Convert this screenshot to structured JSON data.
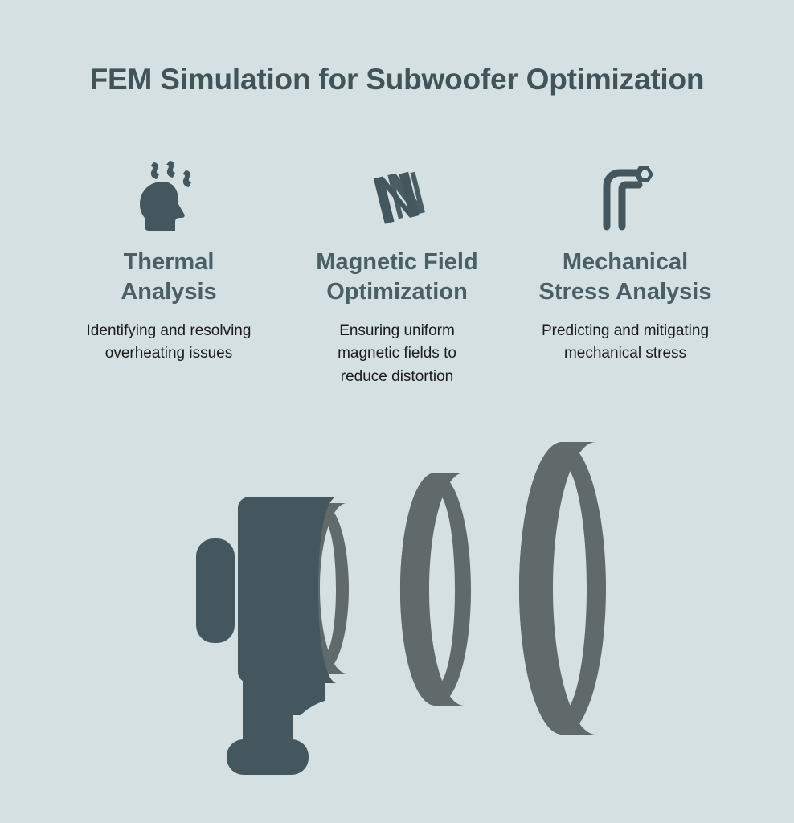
{
  "page": {
    "title": "FEM Simulation for Subwoofer Optimization",
    "background_color": "#d5e0e2",
    "heading_color": "#4a6066",
    "body_text_color": "#1b1b1b",
    "speaker_color": "#44575e",
    "wave_color": "#616a6a"
  },
  "features": [
    {
      "icon": "head-steam-icon",
      "title": "Thermal Analysis",
      "description": "Identifying and resolving overheating issues"
    },
    {
      "icon": "magnetic-coil-icon",
      "title": "Magnetic Field Optimization",
      "description": "Ensuring uniform magnetic fields to reduce distortion"
    },
    {
      "icon": "bent-bolt-icon",
      "title": "Mechanical Stress Analysis",
      "description": "Predicting and mitigating mechanical stress"
    }
  ],
  "illustration": {
    "name": "subwoofer-speaker-with-sound-waves",
    "wave_count": 3
  }
}
